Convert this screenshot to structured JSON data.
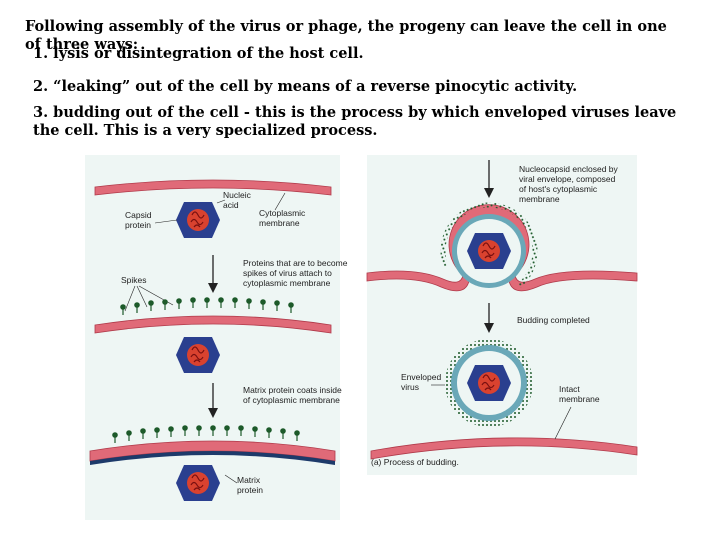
{
  "text": {
    "intro": "Following assembly of the virus or phage, the progeny can leave the cell in one of three ways:",
    "item1": "1. lysis or disintegration of the host cell.",
    "item2": "2.  “leaking” out of the cell by means of a reverse pinocytic activity.",
    "item3": "3.  budding out of the cell - this is the process by which enveloped viruses leave the cell. This is a very specialized process."
  },
  "figure": {
    "left_panel": {
      "label_nucleic_acid": [
        "Nucleic",
        "acid"
      ],
      "label_capsid_protein": [
        "Capsid",
        "protein"
      ],
      "label_cytoplasmic_membrane": [
        "Cytoplasmic",
        "membrane"
      ],
      "label_proteins_attach": [
        "Proteins that are to become",
        "spikes of virus attach to",
        "cytoplasmic membrane"
      ],
      "label_spikes": "Spikes",
      "label_matrix_coats": [
        "Matrix protein coats inside",
        "of cytoplasmic membrane"
      ],
      "label_matrix_protein": [
        "Matrix",
        "protein"
      ]
    },
    "right_panel": {
      "label_nucleocapsid": [
        "Nucleocapsid enclosed by",
        "viral envelope, composed",
        "of host's cytoplasmic",
        "membrane"
      ],
      "label_budding_completed": "Budding completed",
      "label_enveloped_virus": [
        "Enveloped",
        "virus"
      ],
      "label_intact_membrane": [
        "Intact",
        "membrane"
      ],
      "caption": "(a) Process of budding."
    },
    "colors": {
      "panel_bg": "#eef6f4",
      "membrane": "#e06a78",
      "membrane_edge": "#b03a4a",
      "capsid_hex": "#2a3f8f",
      "nucleic_acid": "#d9422f",
      "spike": "#1d5a2a",
      "envelope": "#6aa8b8"
    }
  }
}
